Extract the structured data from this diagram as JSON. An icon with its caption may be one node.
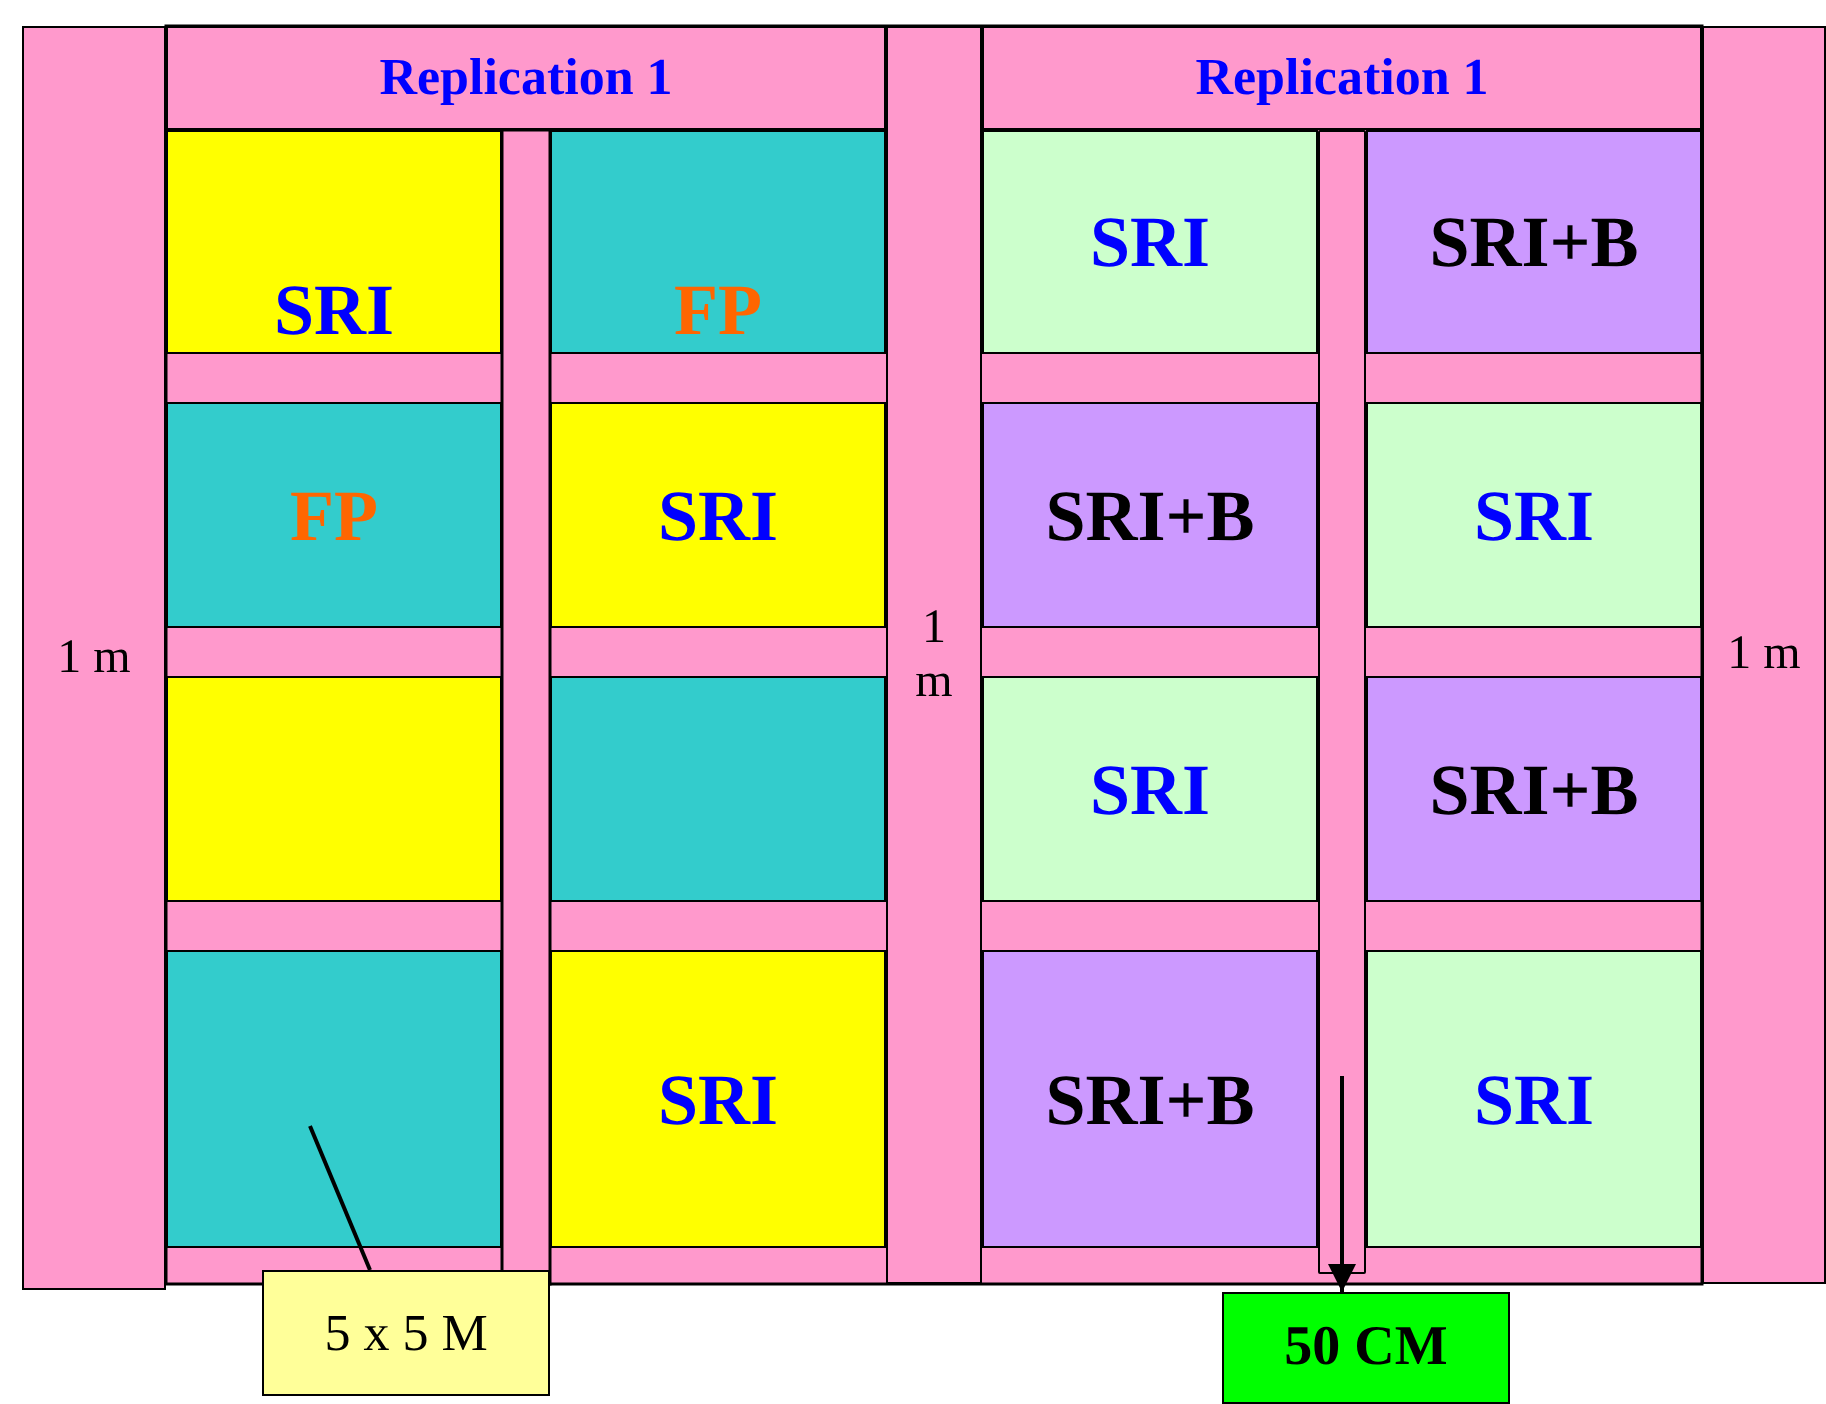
{
  "diagram": {
    "nodes": [
      {
        "text": [
          "1 m"
        ]
      },
      {
        "text": [
          "Replication 1"
        ]
      },
      {
        "text": [
          "1 m"
        ]
      },
      {
        "text": [
          "Replication 1"
        ]
      },
      {
        "text": [
          "1 m"
        ]
      },
      {
        "text": [
          "SRI"
        ]
      },
      {
        "text": [
          "FP"
        ]
      },
      {
        "text": [
          "SRI"
        ]
      },
      {
        "text": [
          "SRI+B"
        ]
      },
      {
        "text": [
          "FP"
        ]
      },
      {
        "text": [
          "SRI"
        ]
      },
      {
        "text": [
          "SRI+B"
        ]
      },
      {
        "text": [
          "SRI"
        ]
      },
      {
        "text": [],
        "shape": "box"
      },
      {
        "text": [],
        "shape": "box"
      },
      {
        "text": [
          "SRI"
        ]
      },
      {
        "text": [
          "SRI+B"
        ]
      },
      {
        "text": [],
        "shape": "box"
      },
      {
        "text": [
          "SRI"
        ]
      },
      {
        "text": [
          "SRI+B"
        ]
      },
      {
        "text": [
          "SRI"
        ]
      },
      {
        "text": [
          "5 x 5 M"
        ]
      },
      {
        "text": [
          "50 CM"
        ]
      },
      {
        "text": [],
        "shape": "bar"
      }
    ],
    "edges": [
      {
        "from": 21,
        "to": 17,
        "arrow": "none"
      },
      {
        "from": 23,
        "to": 22,
        "arrow": "to"
      }
    ]
  }
}
